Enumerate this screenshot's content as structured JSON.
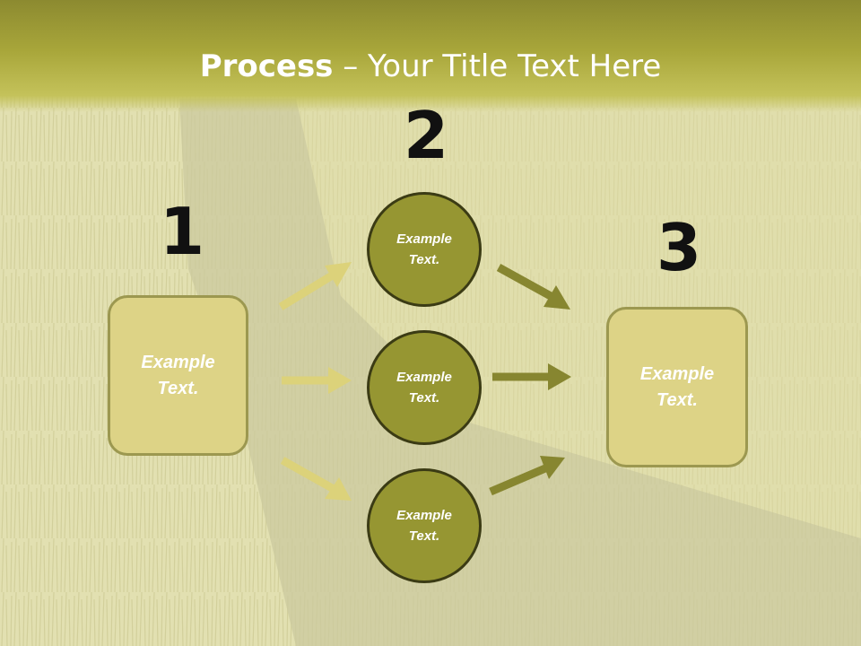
{
  "title": {
    "bold": "Process",
    "rest": " – Your Title Text Here"
  },
  "steps": {
    "one": "1",
    "two": "2",
    "three": "3"
  },
  "left_box": {
    "line1": "Example",
    "line2": "Text."
  },
  "right_box": {
    "line1": "Example",
    "line2": "Text."
  },
  "circles": [
    {
      "line1": "Example",
      "line2": "Text."
    },
    {
      "line1": "Example",
      "line2": "Text."
    },
    {
      "line1": "Example",
      "line2": "Text."
    }
  ],
  "colors": {
    "header": "#a8a63a",
    "box_fill": "#ddd386",
    "circle_fill": "#969632",
    "arrow_light": "#dcd27a",
    "arrow_dark": "#878630"
  }
}
